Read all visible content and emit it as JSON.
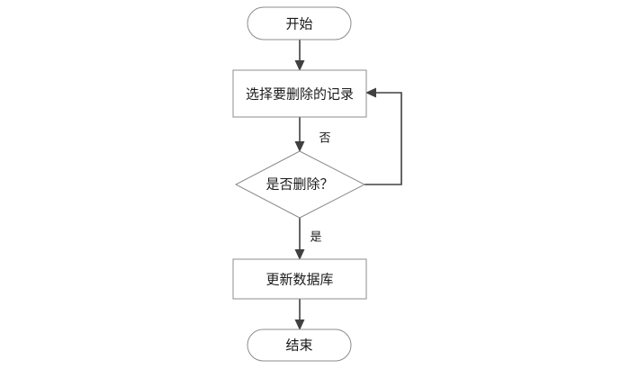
{
  "diagram": {
    "type": "flowchart",
    "orientation": "top-to-bottom",
    "background_color": "#ffffff",
    "node_fill_color": "#ffffff",
    "node_border_color": "#8c8c8c",
    "connector_color": "#404040",
    "text_color": "#1a1a1a",
    "nodes": [
      {
        "id": "start",
        "shape": "stadium",
        "label": "开始"
      },
      {
        "id": "select",
        "shape": "rectangle",
        "label": "选择要删除的记录"
      },
      {
        "id": "decision",
        "shape": "diamond",
        "label": "是否删除？"
      },
      {
        "id": "update",
        "shape": "rectangle",
        "label": "更新数据库"
      },
      {
        "id": "end",
        "shape": "stadium",
        "label": "结束"
      }
    ],
    "edges": [
      {
        "id": "start-to-select",
        "from": "start",
        "to": "select",
        "label": ""
      },
      {
        "id": "select-to-decision",
        "from": "select",
        "to": "decision",
        "label": ""
      },
      {
        "id": "decision-no-loop",
        "from": "decision",
        "to": "select",
        "label": "否"
      },
      {
        "id": "decision-yes",
        "from": "decision",
        "to": "update",
        "label": "是"
      },
      {
        "id": "update-to-end",
        "from": "update",
        "to": "end",
        "label": ""
      }
    ]
  }
}
